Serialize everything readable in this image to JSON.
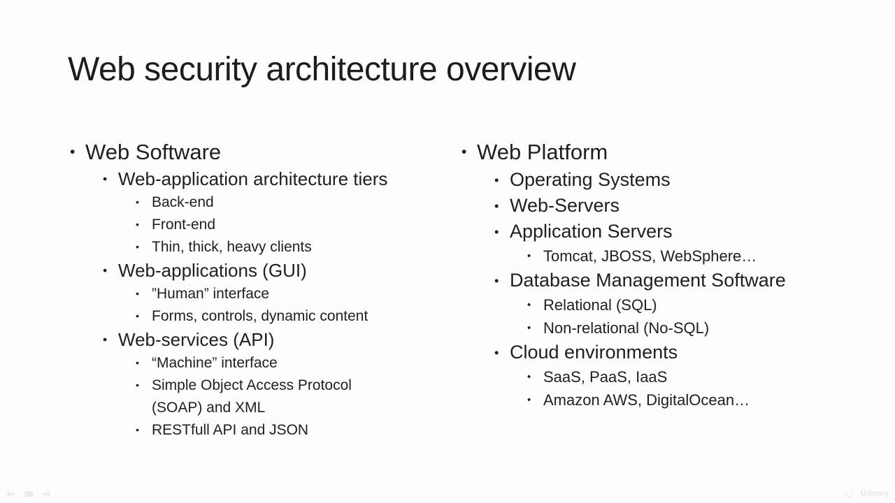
{
  "title": "Web security architecture overview",
  "bullet_char": "•",
  "columns": [
    {
      "id": "left",
      "items": [
        {
          "level": 1,
          "text": "Web Software"
        },
        {
          "level": 2,
          "text": "Web-application architecture tiers"
        },
        {
          "level": 3,
          "text": "Back-end"
        },
        {
          "level": 3,
          "text": "Front-end"
        },
        {
          "level": 3,
          "text": "Thin, thick, heavy clients"
        },
        {
          "level": 2,
          "text": "Web-applications (GUI)"
        },
        {
          "level": 3,
          "text": "”Human” interface"
        },
        {
          "level": 3,
          "text": "Forms, controls, dynamic content"
        },
        {
          "level": 2,
          "text": "Web-services (API)"
        },
        {
          "level": 3,
          "text": "“Machine” interface"
        },
        {
          "level": 3,
          "text": "Simple Object Access Protocol\n(SOAP) and XML"
        },
        {
          "level": 3,
          "text": "RESTfull API and JSON"
        }
      ]
    },
    {
      "id": "right",
      "items": [
        {
          "level": 1,
          "text": "Web Platform"
        },
        {
          "level": 2,
          "text": "Operating Systems"
        },
        {
          "level": 2,
          "text": "Web-Servers"
        },
        {
          "level": 2,
          "text": "Application Servers"
        },
        {
          "level": 3,
          "text": "Tomcat, JBOSS, WebSphere…"
        },
        {
          "level": 2,
          "text": "Database Management Software"
        },
        {
          "level": 3,
          "text": "Relational (SQL)"
        },
        {
          "level": 3,
          "text": "Non-relational (No-SQL)"
        },
        {
          "level": 2,
          "text": "Cloud environments"
        },
        {
          "level": 3,
          "text": "SaaS, PaaS, IaaS"
        },
        {
          "level": 3,
          "text": "Amazon AWS, DigitalOcean…"
        }
      ]
    }
  ],
  "presenter_controls": {
    "items": [
      {
        "icon": "previous-slide-arrow-icon"
      },
      {
        "icon": "annotation-pen-icon"
      },
      {
        "icon": "next-slide-arrow-icon"
      }
    ]
  },
  "watermark": {
    "brand": "Udemy",
    "icon": "udemy-logo-icon"
  },
  "colors": {
    "background": "#fdfdfd",
    "text": "#1f1f1f",
    "title_text": "#1d1d1d",
    "watermark": "#e7e7e7",
    "presenter_controls": "#ececec"
  }
}
